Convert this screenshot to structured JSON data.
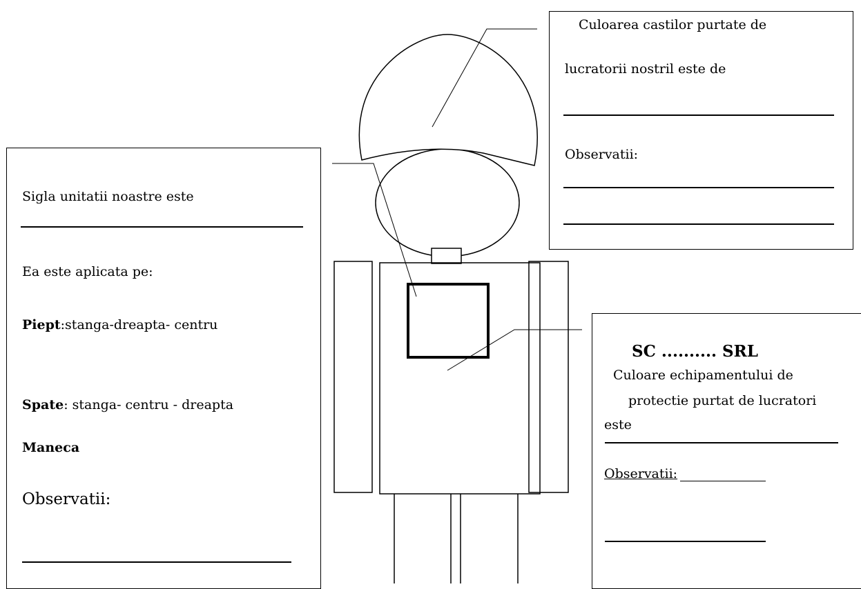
{
  "helmet_box": {
    "line1": "Culoarea castilor purtate de",
    "line2": "lucratorii nostril este de",
    "observatii": "Observatii:"
  },
  "logo_box": {
    "line1": "Sigla unitatii noastre este",
    "applied_on": "Ea este aplicata pe:",
    "chest_label": "Piept",
    "chest_options": ":stanga-dreapta- centru",
    "back_label": "Spate",
    "back_options": ": stanga- centru - dreapta",
    "sleeve_label": "Maneca",
    "observatii": "Observatii:"
  },
  "equipment_box": {
    "company": "SC .......... SRL",
    "line1": "Culoare echipamentului de",
    "line2": "protectie purtat de lucratori",
    "line3": "este",
    "observatii": "Observatii:"
  }
}
